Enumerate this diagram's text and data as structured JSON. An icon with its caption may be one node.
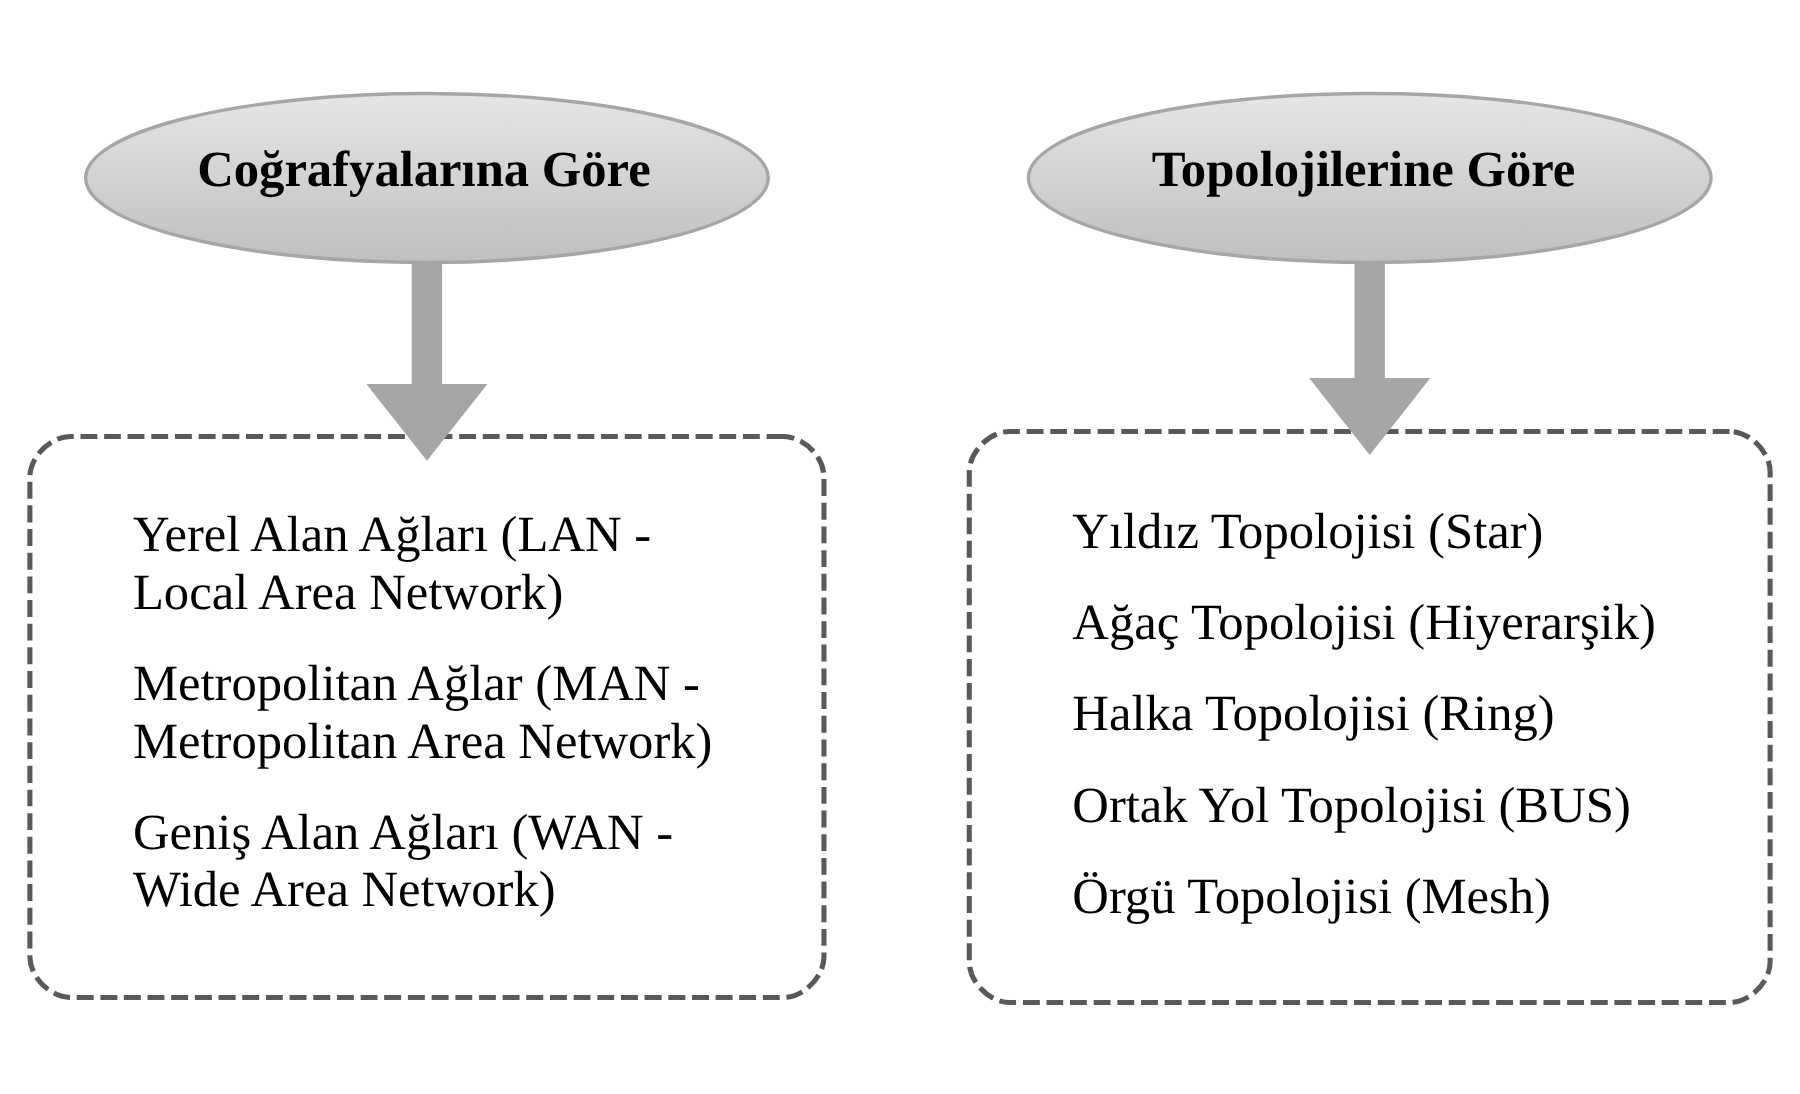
{
  "diagram": {
    "nodes": [
      {
        "text": [
          "Coğrafyalarına Göre"
        ]
      },
      {
        "text": [
          "Topolojilerine Göre"
        ]
      },
      {
        "text": [
          "Yerel Alan Ağları (LAN - Local Area Network)",
          "Metropolitan Ağlar (MAN - Metropolitan Area Network)",
          "Geniş Alan Ağları (WAN - Wide Area Network)"
        ]
      },
      {
        "text": [
          "Yıldız Topolojisi (Star)",
          "Ağaç Topolojisi (Hiyerarşik)",
          "Halka Topolojisi (Ring)",
          "Ortak Yol Topolojisi (BUS)",
          "Örgü Topolojisi (Mesh)"
        ]
      }
    ],
    "edges": [
      {
        "from": 0,
        "to": 2,
        "arrow": "to"
      },
      {
        "from": 1,
        "to": 3,
        "arrow": "to"
      }
    ]
  }
}
